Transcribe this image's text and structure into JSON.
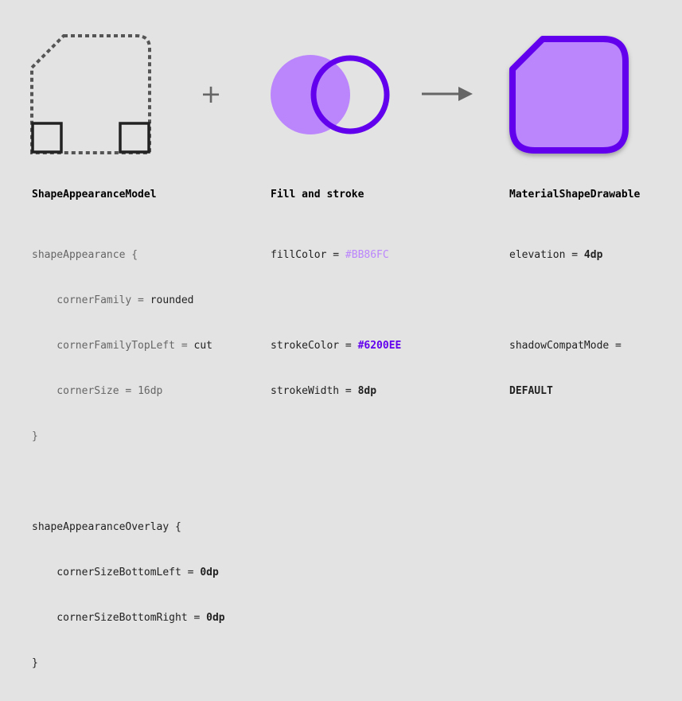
{
  "colors": {
    "background": "#e3e3e3",
    "fill": "#BB86FC",
    "stroke": "#6200EE",
    "dashed": "#555555",
    "arrow": "#666666"
  },
  "icons": {
    "plus": "plus-icon",
    "arrow": "arrow-right-icon"
  },
  "plus_symbol": "+",
  "columns": {
    "model": {
      "title": "ShapeAppearanceModel",
      "block1_open": "shapeAppearance {",
      "corner_family_key": "    cornerFamily = ",
      "corner_family_val": "rounded",
      "corner_family_top_left_key": "    cornerFamilyTopLeft = ",
      "corner_family_top_left_val": "cut",
      "corner_size_key": "    cornerSize = ",
      "corner_size_val": "16dp",
      "block1_close": "}",
      "block2_open": "shapeAppearanceOverlay {",
      "corner_bl_key": "    cornerSizeBottomLeft = ",
      "corner_bl_val": "0dp",
      "corner_br_key": "    cornerSizeBottomRight = ",
      "corner_br_val": "0dp",
      "block2_close": "}"
    },
    "fill": {
      "title": "Fill and stroke",
      "fill_key": "fillColor = ",
      "fill_val": "#BB86FC",
      "stroke_key": "strokeColor = ",
      "stroke_val": "#6200EE",
      "width_key": "strokeWidth = ",
      "width_val": "8dp"
    },
    "drawable": {
      "title": "MaterialShapeDrawable",
      "elevation_key": "elevation = ",
      "elevation_val": "4dp",
      "shadow_key": "shadowCompatMode =",
      "shadow_val": "DEFAULT"
    }
  }
}
